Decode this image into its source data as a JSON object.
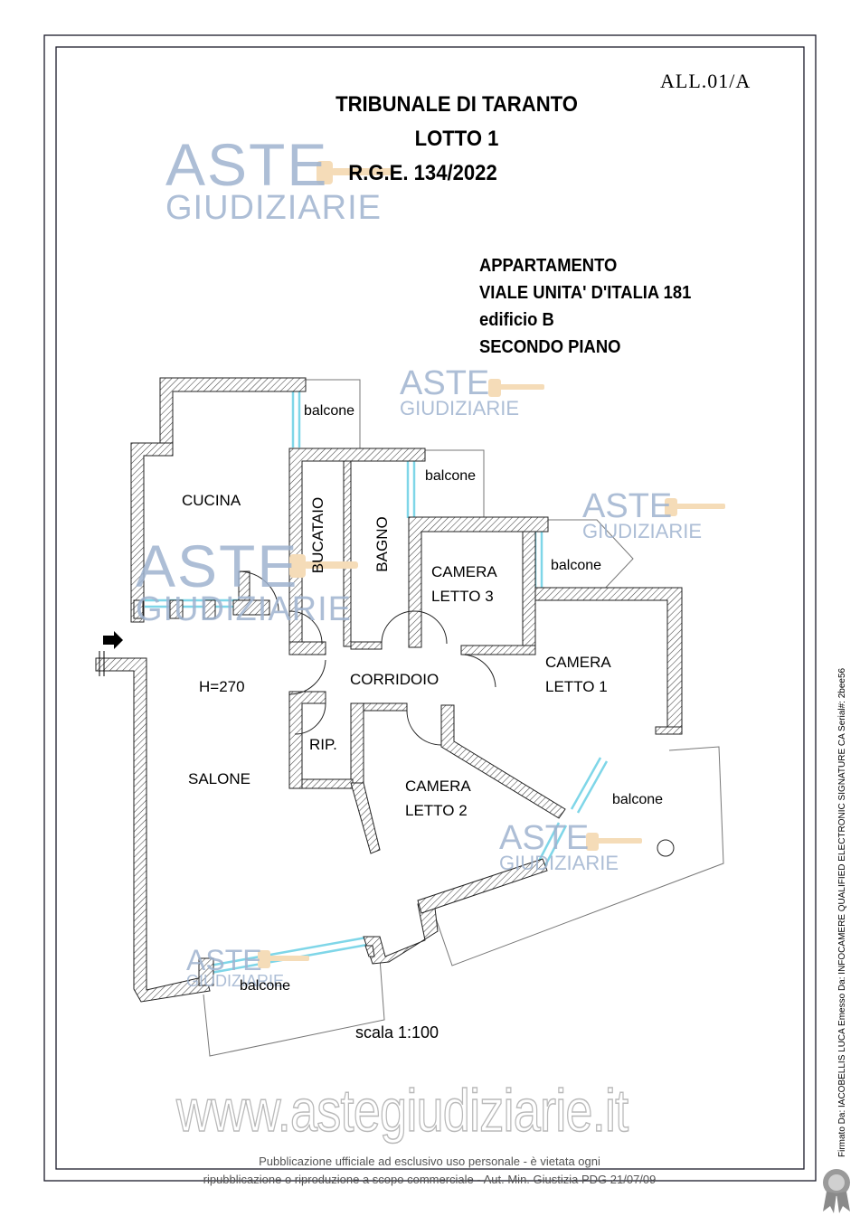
{
  "header": {
    "ref": "ALL.01/A",
    "title_lines": [
      "TRIBUNALE DI TARANTO",
      "LOTTO 1",
      "R.G.E. 134/2022"
    ]
  },
  "property": {
    "lines": [
      "APPARTAMENTO",
      "VIALE UNITA' D'ITALIA 181",
      "edificio B",
      "SECONDO PIANO"
    ]
  },
  "rooms": {
    "cucina": "CUCINA",
    "bucataio": "BUCATAIO",
    "bagno": "BAGNO",
    "camera3_a": "CAMERA",
    "camera3_b": "LETTO 3",
    "camera1_a": "CAMERA",
    "camera1_b": "LETTO 1",
    "camera2_a": "CAMERA",
    "camera2_b": "LETTO 2",
    "corridoio": "CORRIDOIO",
    "rip": "RIP.",
    "salone": "SALONE",
    "height": "H=270",
    "balcone": "balcone"
  },
  "scale": "scala 1:100",
  "watermark": {
    "brand_top": "ASTE",
    "brand_bottom": "GIUDIZIARIE",
    "url": "www.astegiudiziarie.it"
  },
  "footer": {
    "line1": "Pubblicazione ufficiale ad esclusivo uso personale - è vietata ogni",
    "line2": "ripubblicazione o riproduzione a scopo commerciale - Aut. Min. Giustizia PDG 21/07/09"
  },
  "signature": "Firmato Da: IACOBELLIS LUCA Emesso Da: INFOCAMERE QUALIFIED ELECTRONIC SIGNATURE CA Serial#: 2bee56",
  "colors": {
    "glass": "#7fd6e8",
    "watermark": "#9fb3cf",
    "wall_hatch": "#444444"
  }
}
